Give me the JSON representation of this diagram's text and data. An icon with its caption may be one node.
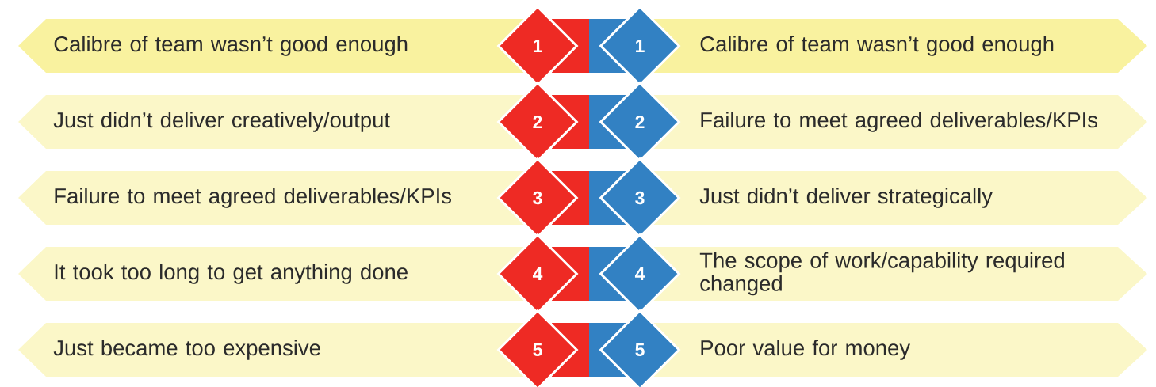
{
  "diagram": {
    "nodes": [
      {
        "text": [
          "Calibre of team wasn’t good enough"
        ]
      },
      {
        "text": [
          "1"
        ]
      },
      {
        "text": [
          "1"
        ]
      },
      {
        "text": [
          "Calibre of team wasn’t good enough"
        ]
      },
      {
        "text": [
          "Just didn’t deliver creatively/output"
        ]
      },
      {
        "text": [
          "2"
        ]
      },
      {
        "text": [
          "2"
        ]
      },
      {
        "text": [
          "Failure to meet agreed deliverables/KPIs"
        ]
      },
      {
        "text": [
          "Failure to meet agreed deliverables/KPIs"
        ]
      },
      {
        "text": [
          "3"
        ]
      },
      {
        "text": [
          "3"
        ]
      },
      {
        "text": [
          "Just didn’t deliver strategically"
        ]
      },
      {
        "text": [
          "It took too long to get anything done"
        ]
      },
      {
        "text": [
          "4"
        ]
      },
      {
        "text": [
          "4"
        ]
      },
      {
        "text": [
          "The scope of work/capability required changed"
        ]
      },
      {
        "text": [
          "Just became too expensive"
        ]
      },
      {
        "text": [
          "5"
        ]
      },
      {
        "text": [
          "5"
        ]
      },
      {
        "text": [
          "Poor value for money"
        ]
      }
    ]
  }
}
